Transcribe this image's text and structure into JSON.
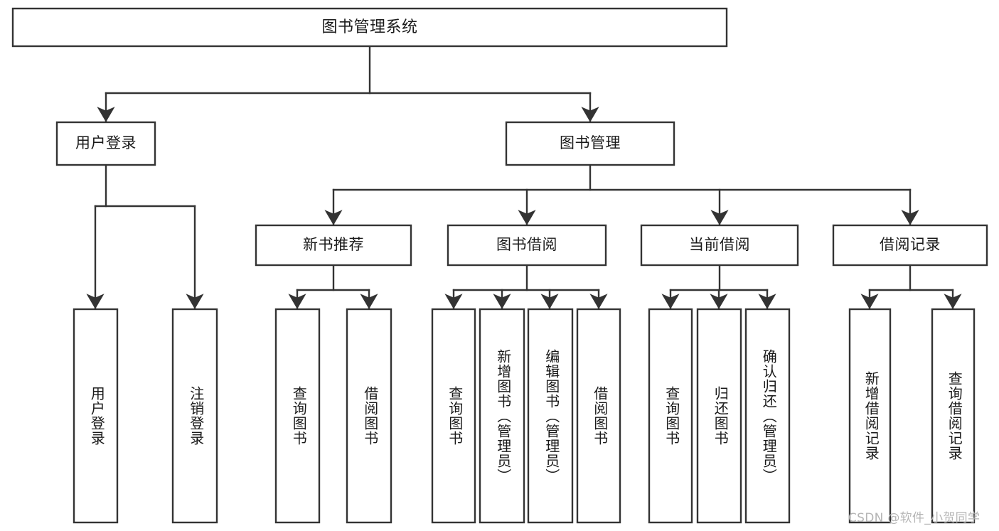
{
  "diagram": {
    "title": "图书管理系统",
    "type": "tree",
    "orientation": "top-down",
    "colors": {
      "box_stroke": "#333333",
      "box_fill": "#ffffff",
      "text": "#1a1a1a",
      "background": "#ffffff",
      "watermark": "#b5b5b5"
    },
    "root": {
      "id": "root",
      "label": "图书管理系统"
    },
    "level2": [
      {
        "id": "user-login",
        "label": "用户登录"
      },
      {
        "id": "book-manage",
        "label": "图书管理"
      }
    ],
    "level3": [
      {
        "id": "new-book-recommend",
        "label": "新书推荐",
        "parent": "book-manage"
      },
      {
        "id": "book-borrow",
        "label": "图书借阅",
        "parent": "book-manage"
      },
      {
        "id": "current-borrow",
        "label": "当前借阅",
        "parent": "book-manage"
      },
      {
        "id": "borrow-record",
        "label": "借阅记录",
        "parent": "book-manage"
      }
    ],
    "leaves": [
      {
        "id": "leaf-user-login",
        "label": "用户登录",
        "parent": "user-login"
      },
      {
        "id": "leaf-user-logout",
        "label": "注销登录",
        "parent": "user-login"
      },
      {
        "id": "leaf-query-book-1",
        "label": "查询图书",
        "parent": "new-book-recommend"
      },
      {
        "id": "leaf-borrow-book-1",
        "label": "借阅图书",
        "parent": "new-book-recommend"
      },
      {
        "id": "leaf-query-book-2",
        "label": "查询图书",
        "parent": "book-borrow"
      },
      {
        "id": "leaf-add-book",
        "label": "新增图书（管理员）",
        "parent": "book-borrow"
      },
      {
        "id": "leaf-edit-book",
        "label": "编辑图书（管理员）",
        "parent": "book-borrow"
      },
      {
        "id": "leaf-borrow-book-2",
        "label": "借阅图书",
        "parent": "book-borrow"
      },
      {
        "id": "leaf-query-book-3",
        "label": "查询图书",
        "parent": "current-borrow"
      },
      {
        "id": "leaf-return-book",
        "label": "归还图书",
        "parent": "current-borrow"
      },
      {
        "id": "leaf-confirm-return",
        "label": "确认归还（管理员）",
        "parent": "current-borrow"
      },
      {
        "id": "leaf-add-record",
        "label": "新增借阅记录",
        "parent": "borrow-record"
      },
      {
        "id": "leaf-query-record",
        "label": "查询借阅记录",
        "parent": "borrow-record"
      }
    ],
    "watermark": "CSDN @软件_小贺同学"
  }
}
